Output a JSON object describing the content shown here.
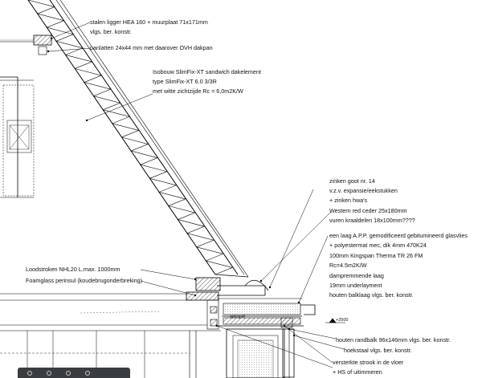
{
  "labels": {
    "stalen_1": "stalen ligger HEA 160 + muurplaat 71x171mm",
    "stalen_2": "vlgs. ber. konstr.",
    "panlatten": "panlatten 24x44 mm met daarover OVH dakpan",
    "isobouw_1": "Isobouw SlimFix-XT sandwich dakelement",
    "isobouw_2": "type SlimFix-XT 6.0 3/3R",
    "isobouw_3": "met witte zichtzijde Rc = 6,0m2K/W",
    "goot_1": "zinken goot nr. 14",
    "goot_2": "v.z.v. expansie/eekstukken",
    "goot_3": "+ zinken hwa's",
    "ceder_1": "Western red ceder 25x180mm",
    "ceder_2": "vuren kraaldelen 18x100mm????",
    "dak_1": "een laag A.P.P. gemodificeerd gebitumineerd glasvlies",
    "dak_2": "+ polyestermat mec, dik 4mm 470K24",
    "dak_3": "100mm Kingspan Therma TR 26 FM",
    "dak_4": "Rc=4.5m2K/W",
    "dak_5": "dampremmende laag",
    "dak_6": "19mm underlayment",
    "dak_7": "houten balklaag vlgs. ber. konstr.",
    "lood": "Loodstroken NHL20 L.max. 1000mm",
    "foam": "Foamglass perinsul (koudebrugonderbreking)",
    "peil": "+2500",
    "randbalk": "houten randbalk 96x146mm vlgs. ber. konstr.",
    "hoekstaal": "hoekstaal vlgs. ber. konstr.",
    "strook_1": "versterkte strook in de vloer",
    "strook_2": "+ HS of uitimmeren",
    "aplegvlr": "aplegvlt"
  },
  "icons": [
    "measure-icon",
    "line-icon",
    "pen-icon",
    "circle-icon"
  ]
}
